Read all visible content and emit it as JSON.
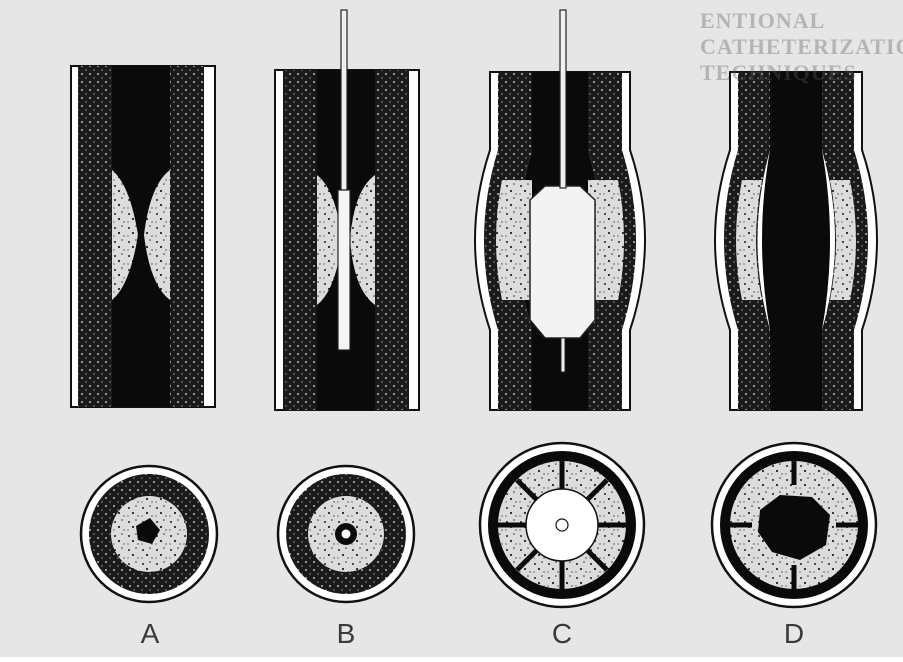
{
  "figure": {
    "header_fragment": "ENTIONAL CATHETERIZATION TECHNIQUES",
    "panels": [
      {
        "id": "A",
        "label": "A"
      },
      {
        "id": "B",
        "label": "B"
      },
      {
        "id": "C",
        "label": "C"
      },
      {
        "id": "D",
        "label": "D"
      }
    ]
  },
  "colors": {
    "background": "#e6e6e6",
    "ink": "#0a0a0a",
    "plaque": "#d8d8d8",
    "wall_fill": "#1a1a1a"
  }
}
